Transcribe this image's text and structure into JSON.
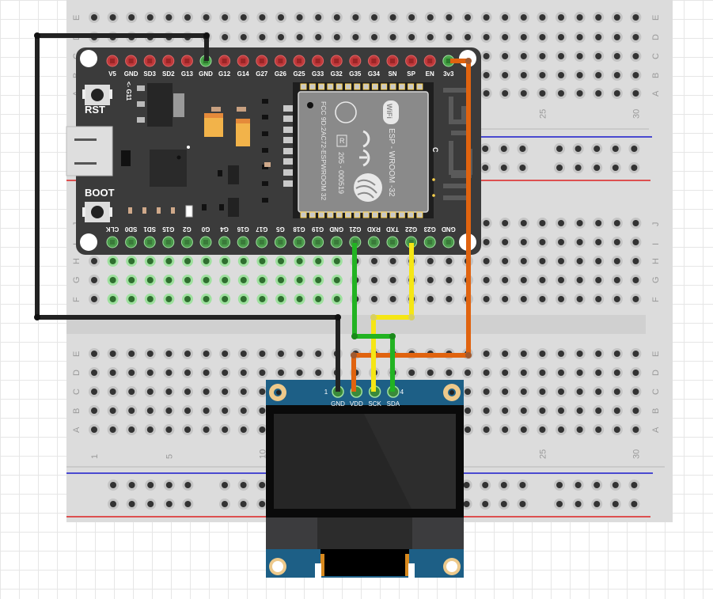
{
  "diagram": {
    "title": "ESP32 to SSD1306 OLED wiring (breadboard view)",
    "breadboard": {
      "row_letters_top": [
        "J",
        "I",
        "H",
        "G",
        "F"
      ],
      "row_letters_bottom": [
        "E",
        "D",
        "C",
        "B",
        "A"
      ],
      "column_numbers": [
        "1",
        "5",
        "10",
        "25",
        "30"
      ],
      "rail_colors": {
        "negative": "#1a1acc",
        "positive": "#dd2222"
      }
    },
    "esp32": {
      "top_pins": [
        "V5",
        "GND",
        "SD3",
        "SD2",
        "G13",
        "GND",
        "G12",
        "G14",
        "G27",
        "G26",
        "G25",
        "G33",
        "G32",
        "G35",
        "G34",
        "SN",
        "SP",
        "EN",
        "3v3"
      ],
      "bottom_pins": [
        "CLK",
        "SD0",
        "SD1",
        "G15",
        "G2",
        "G0",
        "G4",
        "G16",
        "G17",
        "G5",
        "G18",
        "G19",
        "GND",
        "G21",
        "RXD",
        "TXD",
        "G22",
        "G23",
        "GND"
      ],
      "rst_label": "RST",
      "boot_label": "BOOT",
      "g11_label": "<- G11",
      "module": {
        "model": "ESP - WROOM -32",
        "cert_fcc": "FCC 9D:2AC72-ESPWROOM 32",
        "cert_r": "205 - 000519",
        "r_mark": "R",
        "wifi_mark": "WiFi",
        "antenna_label": "C"
      }
    },
    "oled": {
      "pins": [
        {
          "num": "1",
          "label": "GND"
        },
        {
          "num": "",
          "label": "VDD"
        },
        {
          "num": "",
          "label": "SCK"
        },
        {
          "num": "4",
          "label": "SDA"
        }
      ]
    },
    "wires": [
      {
        "name": "gnd-wire",
        "from": "GND",
        "to": "GND",
        "color": "#222222"
      },
      {
        "name": "vdd-wire",
        "from": "3v3",
        "to": "VDD",
        "color": "#e0630f"
      },
      {
        "name": "sck-wire",
        "from": "G22",
        "to": "SCK",
        "color": "#f5e615"
      },
      {
        "name": "sda-wire",
        "from": "G21",
        "to": "SDA",
        "color": "#22b322"
      }
    ]
  }
}
